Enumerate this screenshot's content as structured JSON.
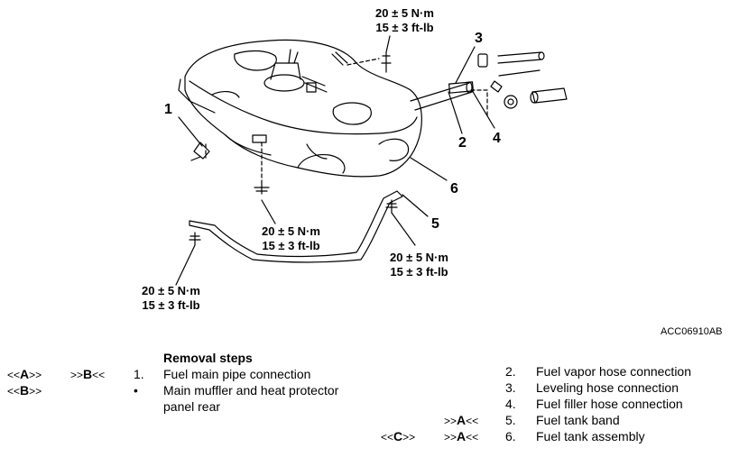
{
  "diagram": {
    "figure_code": "ACC06910AB",
    "torque_labels": [
      {
        "nm": "20 ± 5 N·m",
        "ftlb": "15 ± 3 ft-lb"
      },
      {
        "nm": "20 ± 5 N·m",
        "ftlb": "15 ± 3 ft-lb"
      },
      {
        "nm": "20 ± 5 N·m",
        "ftlb": "15 ± 3 ft-lb"
      },
      {
        "nm": "20 ± 5 N·m",
        "ftlb": "15 ± 3 ft-lb"
      }
    ],
    "callouts": [
      "1",
      "2",
      "3",
      "4",
      "5",
      "6"
    ]
  },
  "removal": {
    "heading": "Removal steps",
    "left_steps": [
      {
        "pre": "<<",
        "pre_letter": "A",
        "pre_end": ">>",
        "post": ">>",
        "post_letter": "B",
        "post_end": "<<",
        "num": "1.",
        "text": "Fuel main pipe connection"
      },
      {
        "pre": "<<",
        "pre_letter": "B",
        "pre_end": ">>",
        "post": "",
        "post_letter": "",
        "post_end": "",
        "num": "•",
        "text": "Main muffler and heat protector"
      },
      {
        "pre": "",
        "pre_letter": "",
        "pre_end": "",
        "post": "",
        "post_letter": "",
        "post_end": "",
        "num": "",
        "text": "panel rear"
      }
    ],
    "right_steps": [
      {
        "pre": "",
        "pre_letter": "",
        "pre_end": "",
        "post": "",
        "post_letter": "",
        "post_end": "",
        "num": "2.",
        "text": "Fuel vapor hose connection"
      },
      {
        "pre": "",
        "pre_letter": "",
        "pre_end": "",
        "post": "",
        "post_letter": "",
        "post_end": "",
        "num": "3.",
        "text": "Leveling hose connection"
      },
      {
        "pre": "",
        "pre_letter": "",
        "pre_end": "",
        "post": "",
        "post_letter": "",
        "post_end": "",
        "num": "4.",
        "text": "Fuel filler hose connection"
      },
      {
        "pre": "",
        "pre_letter": "",
        "pre_end": "",
        "post": ">>",
        "post_letter": "A",
        "post_end": "<<",
        "num": "5.",
        "text": "Fuel tank band"
      },
      {
        "pre": "<<",
        "pre_letter": "C",
        "pre_end": ">>",
        "post": ">>",
        "post_letter": "A",
        "post_end": "<<",
        "num": "6.",
        "text": "Fuel tank assembly"
      }
    ]
  }
}
